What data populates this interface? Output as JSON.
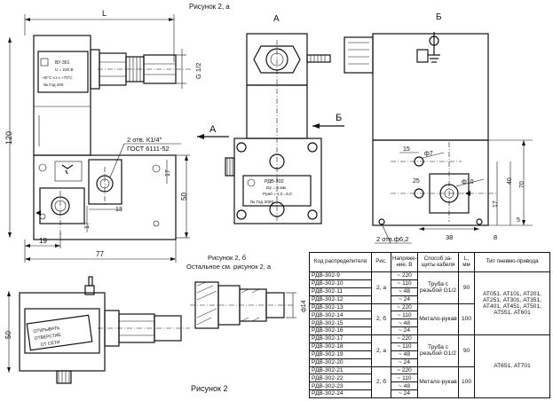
{
  "labels": {
    "figure_top": "Рисунок 2, а",
    "view_a": "А",
    "view_b": "Б",
    "arrow_b": "Б",
    "arrow_a": "А",
    "figure_bottom": "Рисунок 2",
    "figure_2b_title": "Рисунок 2, б",
    "figure_2b_note": "Остальное см. рисунок 2, а",
    "hole_thread": "2 отв. К1/4\"",
    "gost": "ГОСТ 6111-52",
    "two_holes_bottom": "2 отв.ф6,2",
    "plate_left_1": "ВУ-301",
    "plate_left_2": "U = 220 В",
    "plate_left_3": "-40°С ≤ t ≤ +70°С",
    "plate_left_4": "№    Год 200",
    "plate_mid_1": "РДВ-302",
    "plate_mid_2": "Dу = 6 мм",
    "plate_mid_3": "Рраб = 1,0...6,0",
    "plate_mid_4": "№    Год 2000",
    "plate_bottom_1": "ОТКРЫВАТЬ",
    "plate_bottom_2": "ОТВЕРСТИЕ",
    "plate_bottom_3": "ОТ СЕТИ"
  },
  "dimensions": {
    "L": "L",
    "d120": "120",
    "d77": "77",
    "d19": "19",
    "d50_left": "50",
    "d17": "17",
    "d13": "13",
    "d17b": "17",
    "d50_bottom": "50",
    "g12": "G 1/2",
    "d15": "15",
    "phi7": "ф7",
    "d25": "25",
    "phi10": "ф10",
    "d17c": "17",
    "d40": "40",
    "d70": "70",
    "d5": "5",
    "d38": "38",
    "d8": "8",
    "phi14": "ф14"
  },
  "table": {
    "headers": [
      "Код распределителя",
      "Рис.",
      "Напряже-ние, В",
      "Способ за-щиты кабеля",
      "L, мм",
      "Тип пневмо-привода"
    ],
    "codes": [
      "РДВ-302-9",
      "РДВ-302-10",
      "РДВ-302-11",
      "РДВ-302-12",
      "РДВ-302-13",
      "РДВ-302-14",
      "РДВ-302-15",
      "РДВ-302-16",
      "РДВ-302-17",
      "РДВ-302-18",
      "РДВ-302-19",
      "РДВ-302-20",
      "РДВ-302-21",
      "РДВ-302-22",
      "РДВ-302-23",
      "РДВ-302-24"
    ],
    "voltages": [
      "~ 220",
      "~ 110",
      "~ 48",
      "~ 24",
      "~ 220",
      "~ 110",
      "~ 48",
      "~ 24",
      "~ 220",
      "~ 110",
      "~ 48",
      "~ 24",
      "~ 220",
      "~ 110",
      "~ 48",
      "~ 24"
    ],
    "fig_groups": [
      "2, а",
      "2, б",
      "2, а",
      "2, б"
    ],
    "protect_groups": [
      "Труба с резьбой G1/2",
      "Метало-рукав",
      "Труба с резьбой G1/2",
      "Метало-рукав"
    ],
    "l_groups": [
      "90",
      "100",
      "90",
      "100"
    ],
    "actuator_1": "АТ051, АТ101, АТ201, АТ251, АТ301, АТ351, АТ401, АТ451, АТ501, АТ551, АТ601",
    "actuator_2": "АТ651, АТ701"
  }
}
